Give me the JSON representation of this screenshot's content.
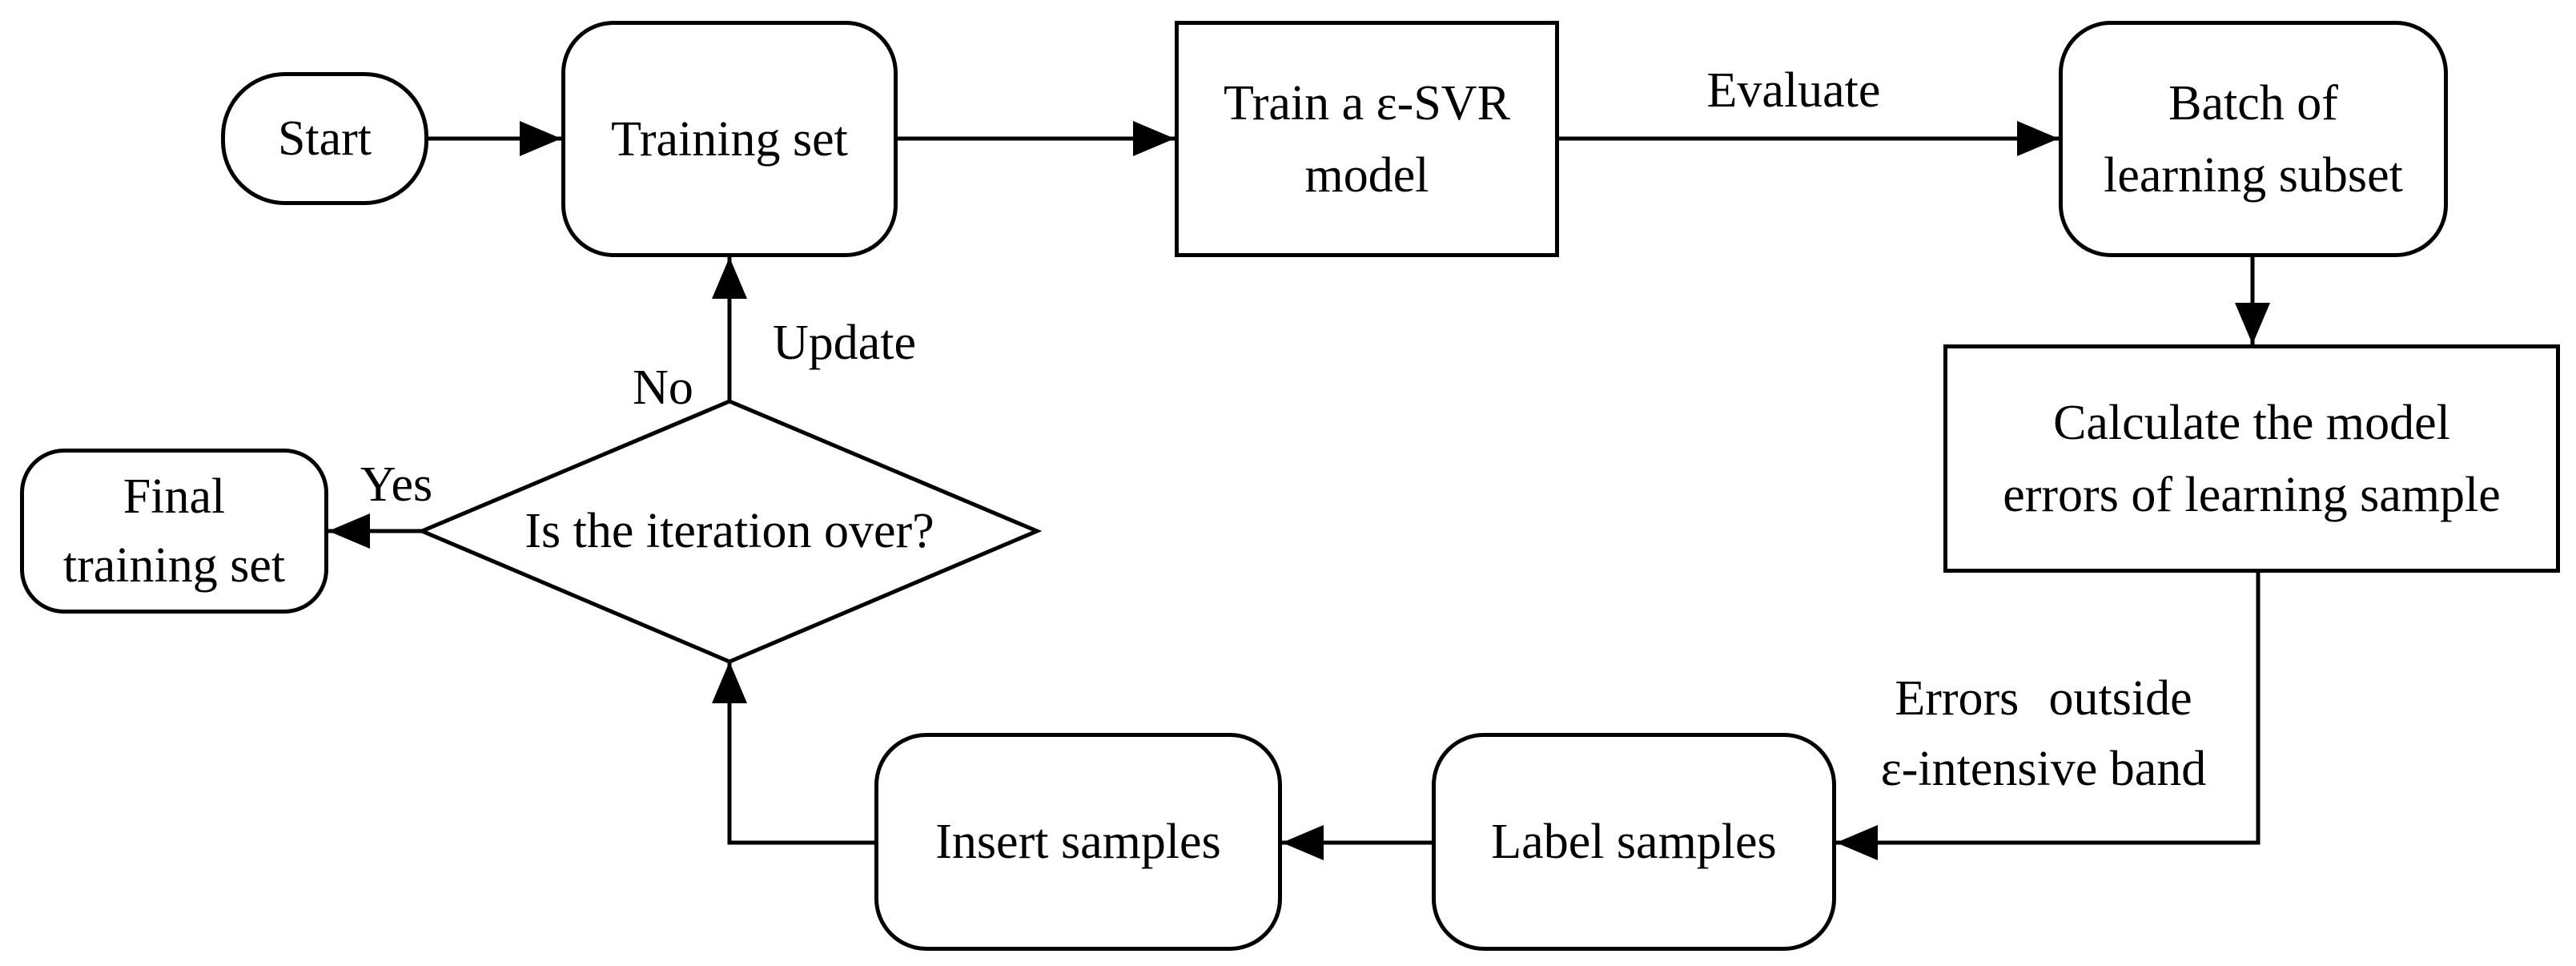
{
  "diagram": {
    "type": "flowchart",
    "colors": {
      "stroke": "#000000",
      "background": "#ffffff",
      "text": "#000000"
    },
    "nodes": {
      "start": {
        "label": "Start",
        "shape": "rounded",
        "lines": [
          "Start"
        ]
      },
      "training_set": {
        "label": "Training set",
        "shape": "rounded",
        "lines": [
          "Training set"
        ]
      },
      "train_svr": {
        "label": "Train a ε-SVR model",
        "shape": "rect",
        "lines": [
          "Train a ε-SVR",
          "model"
        ]
      },
      "batch": {
        "label": "Batch of learning subset",
        "shape": "rounded",
        "lines": [
          "Batch of",
          "learning subset"
        ]
      },
      "calculate": {
        "label": "Calculate the model errors of learning sample",
        "shape": "rect",
        "lines": [
          "Calculate the model",
          "errors of learning sample"
        ]
      },
      "label_samples": {
        "label": "Label samples",
        "shape": "rounded",
        "lines": [
          "Label samples"
        ]
      },
      "insert_samples": {
        "label": "Insert samples",
        "shape": "rounded",
        "lines": [
          "Insert samples"
        ]
      },
      "decision": {
        "label": "Is the iteration over?",
        "shape": "diamond",
        "lines": [
          "Is the iteration over?"
        ]
      },
      "final": {
        "label": "Final training set",
        "shape": "rounded",
        "lines": [
          "Final",
          "training set"
        ]
      }
    },
    "edge_labels": {
      "evaluate": "Evaluate",
      "errors_line1": "Errors outside",
      "errors_line2": "ε-intensive band",
      "no": "No",
      "update": "Update",
      "yes": "Yes"
    }
  }
}
